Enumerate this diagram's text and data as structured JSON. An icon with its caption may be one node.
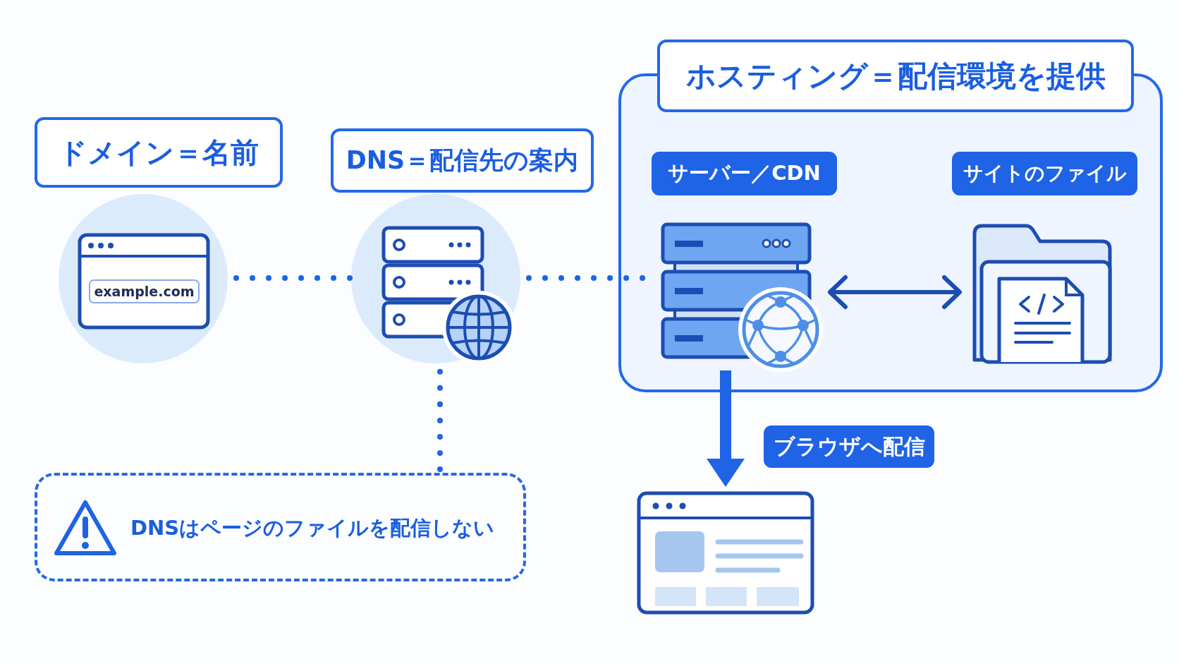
{
  "diagram": {
    "nodes": [
      {
        "text": [
          "ドメイン＝名前"
        ]
      },
      {
        "text": [
          "example.com"
        ]
      },
      {
        "text": [
          "DNS＝配信先の案内"
        ]
      },
      {
        "text": [],
        "shape": "circle"
      },
      {
        "text": [
          "ホスティング＝配信環境を提供"
        ]
      },
      {
        "text": [
          "サーバー／CDN"
        ],
        "in": 4
      },
      {
        "text": [],
        "shape": "picture",
        "in": 4
      },
      {
        "text": [
          "サイトのファイル"
        ],
        "in": 4
      },
      {
        "text": [],
        "shape": "picture",
        "in": 4
      },
      {
        "text": [
          "DNSはページのファイルを配信しない"
        ]
      },
      {
        "text": [
          "ブラウザへ配信"
        ]
      },
      {
        "text": [],
        "shape": "picture"
      }
    ],
    "edges": [
      {
        "from": 1,
        "to": 3,
        "arrow": "none",
        "style": "dashed"
      },
      {
        "from": 3,
        "to": 6,
        "arrow": "none",
        "style": "dashed"
      },
      {
        "from": 6,
        "to": 8,
        "arrow": "both",
        "color": "#1c4db3"
      },
      {
        "from": 6,
        "to": 11,
        "arrow": "to",
        "style": "thick"
      },
      {
        "from": 3,
        "to": 9,
        "arrow": "none",
        "style": "dashed"
      }
    ]
  }
}
